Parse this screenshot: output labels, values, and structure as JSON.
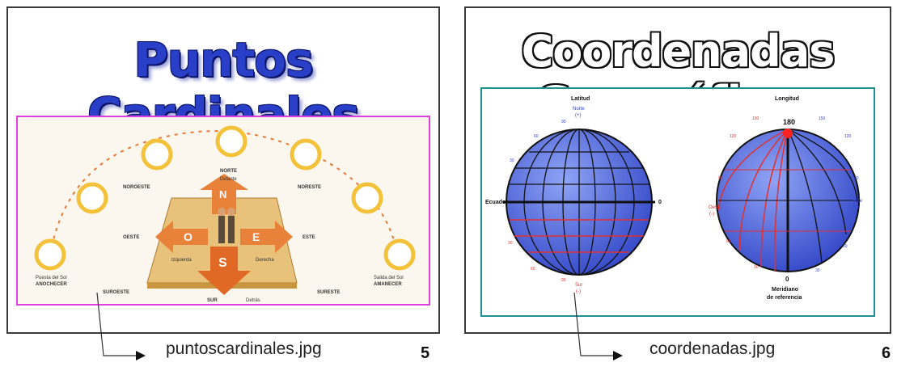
{
  "slides": [
    {
      "title": "Puntos Cardinales",
      "caption": "puntoscardinales.jpg",
      "page": "5",
      "diagram_labels": {
        "norte": "NORTE",
        "norte_sub": "Delante",
        "sur": "SUR",
        "sur_sub": "Detrás",
        "este": "ESTE",
        "oeste": "OESTE",
        "izquierda": "Izquierda",
        "derecha": "Derecha",
        "noroeste": "NOROESTE",
        "noreste": "NORESTE",
        "suroeste": "SUROESTE",
        "sureste": "SURESTE",
        "poniente": "Puesta del Sol",
        "poniente2": "ANOCHECER",
        "amanecer": "Salida del Sol",
        "amanecer2": "AMANECER",
        "n_letter": "N",
        "s_letter": "S",
        "e_letter": "E",
        "o_letter": "O"
      }
    },
    {
      "title": "Coordenadas Geográficas",
      "caption": "coordenadas.jpg",
      "page": "6",
      "diagram_labels": {
        "latitud": "Latitud",
        "longitud": "Longitud",
        "norte": "Norte",
        "norte_sign": "(+)",
        "sur": "Sur",
        "sur_sign": "(-)",
        "ecuador": "Ecuador",
        "zero": "0",
        "oeste": "Oeste",
        "oeste_sign": "(-)",
        "este": "Este",
        "este_sign": "(+)",
        "lon_top": "180",
        "lon_bottom": "0",
        "meridiano": "Meridiano",
        "referencia": "de referencia",
        "lat_ticks": [
          "90",
          "60",
          "30",
          "30",
          "60",
          "90"
        ],
        "lon_ticks": [
          "150",
          "120",
          "90",
          "60",
          "30",
          "30",
          "60",
          "90",
          "120",
          "150"
        ]
      }
    }
  ],
  "colors": {
    "title1_blue": "#2a3fc8",
    "frame1_border": "#e040e0",
    "frame2_border": "#1f8f8f",
    "globe_blue": "#4a66e0",
    "grid_red": "#e03030"
  }
}
